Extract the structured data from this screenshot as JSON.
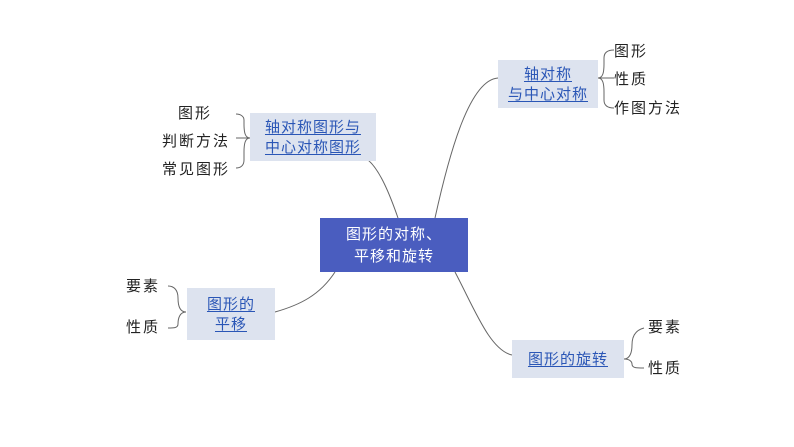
{
  "center": {
    "line1": "图形的对称、",
    "line2": "平移和旋转"
  },
  "topic_tr": {
    "line1": "轴对称",
    "line2": "与中心对称",
    "leaves": [
      "图形",
      "性质",
      "作图方法"
    ]
  },
  "topic_tl": {
    "line1": "轴对称图形与",
    "line2": "中心对称图形",
    "leaves": [
      "图形",
      "判断方法",
      "常见图形"
    ]
  },
  "topic_bl": {
    "line1": "图形的",
    "line2": "平移",
    "leaves": [
      "要素",
      "性质"
    ]
  },
  "topic_br": {
    "line1": "图形的旋转",
    "leaves": [
      "要素",
      "性质"
    ]
  },
  "colors": {
    "center_fill": "#4a5dbf",
    "topic_fill": "#dde3ef",
    "topic_text": "#2a56b6",
    "line": "#666666"
  }
}
